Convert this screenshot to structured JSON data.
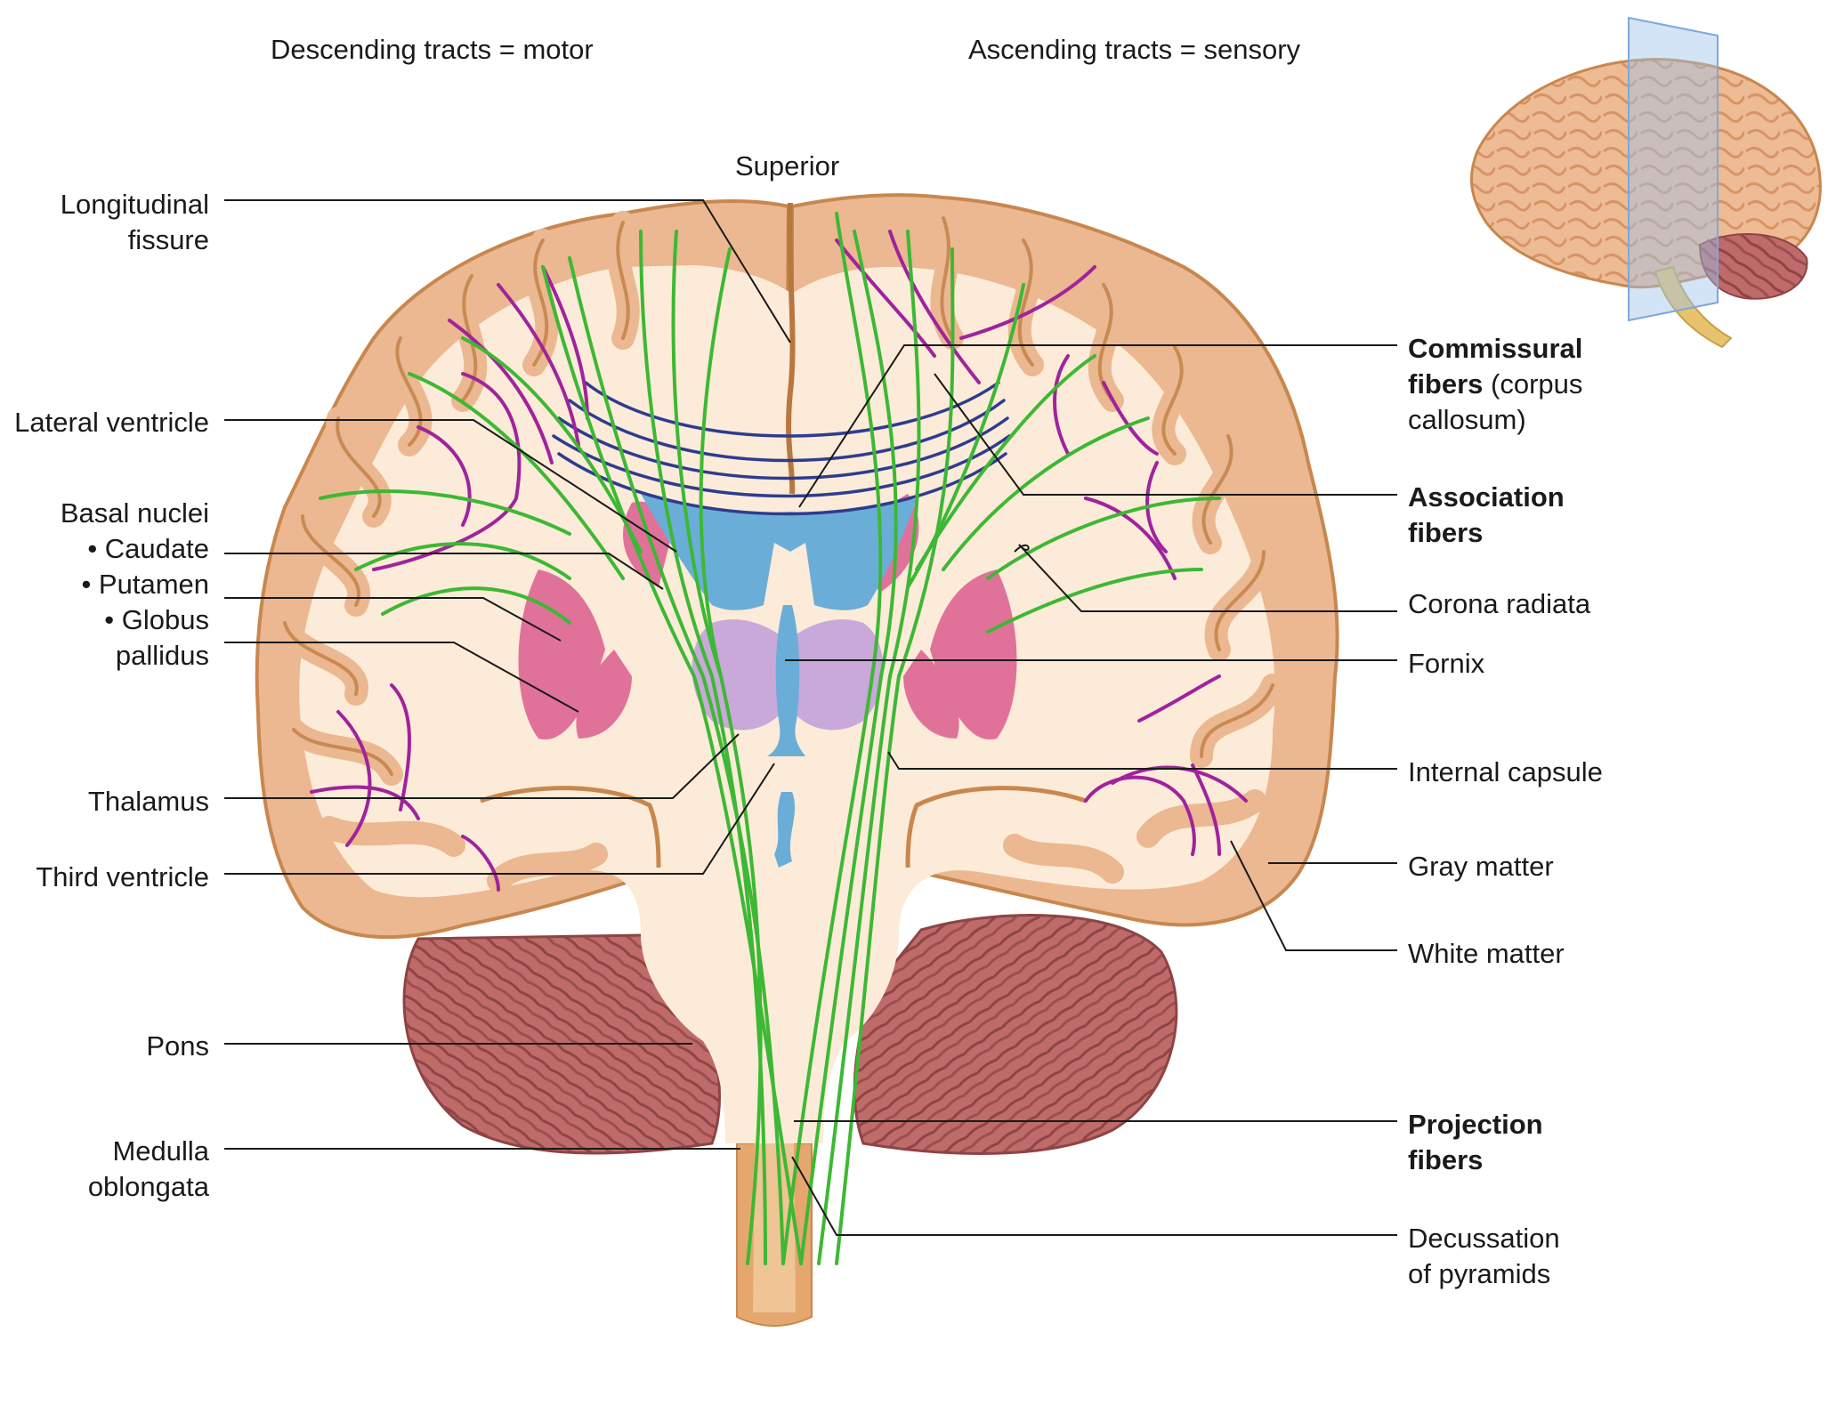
{
  "headers": {
    "descending": "Descending tracts = motor",
    "ascending": "Ascending tracts = sensory",
    "superior": "Superior"
  },
  "labels_left": {
    "longitudinal_1": "Longitudinal",
    "longitudinal_2": "fissure",
    "lateral_ventricle": "Lateral ventricle",
    "basal_nuclei": "Basal nuclei",
    "caudate": "• Caudate",
    "putamen": "• Putamen",
    "globus_1": "• Globus",
    "globus_2": "pallidus",
    "thalamus": "Thalamus",
    "third_ventricle": "Third ventricle",
    "pons": "Pons",
    "medulla_1": "Medulla",
    "medulla_2": "oblongata"
  },
  "labels_right": {
    "commissural_b1": "Commissural",
    "commissural_b2": "fibers",
    "commissural_n2": " (corpus",
    "commissural_n3": "callosum)",
    "association_1": "Association",
    "association_2": "fibers",
    "corona_radiata": "Corona radiata",
    "fornix": "Fornix",
    "internal_capsule": "Internal capsule",
    "gray_matter": "Gray matter",
    "white_matter": "White matter",
    "projection_1": "Projection",
    "projection_2": "fibers",
    "decussation_1": "Decussation",
    "decussation_2": "of pyramids"
  },
  "colors": {
    "gray_matter": "#E9B98F",
    "white_matter": "#FBE9D7",
    "cerebellum": "#B86464",
    "ventricle": "#6AAED8",
    "basal_nuclei": "#E07098",
    "thalamus": "#C9A8DA",
    "projection_fibers": "#3DB834",
    "association_fibers": "#A0239C",
    "commissural_fibers": "#2E3C8F",
    "leader_line": "#1a1a1a"
  }
}
